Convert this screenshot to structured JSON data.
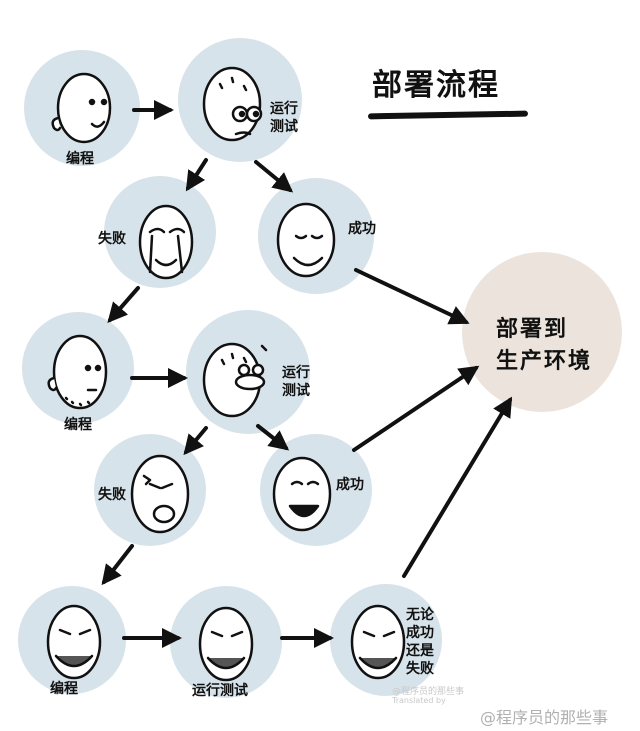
{
  "title": "部署流程",
  "target": {
    "line1": "部署到",
    "line2": "生产环境"
  },
  "labels": {
    "code1": "编程",
    "test1": [
      "运行",
      "测试"
    ],
    "fail1": "失败",
    "success1": "成功",
    "code2": "编程",
    "test2": [
      "运行",
      "测试"
    ],
    "fail2": "失败",
    "success2": "成功",
    "code3": "编程",
    "test3": "运行测试",
    "either": [
      "无论",
      "成功",
      "还是",
      "失败"
    ]
  },
  "watermark": {
    "line1": "@程序员的那些事",
    "line2": "Translated by",
    "weibo": "@程序员的那些事"
  },
  "colors": {
    "circle": "#d7e3ea",
    "target": "#ece4dc",
    "ink": "#111111",
    "skin": "#ffffff"
  }
}
